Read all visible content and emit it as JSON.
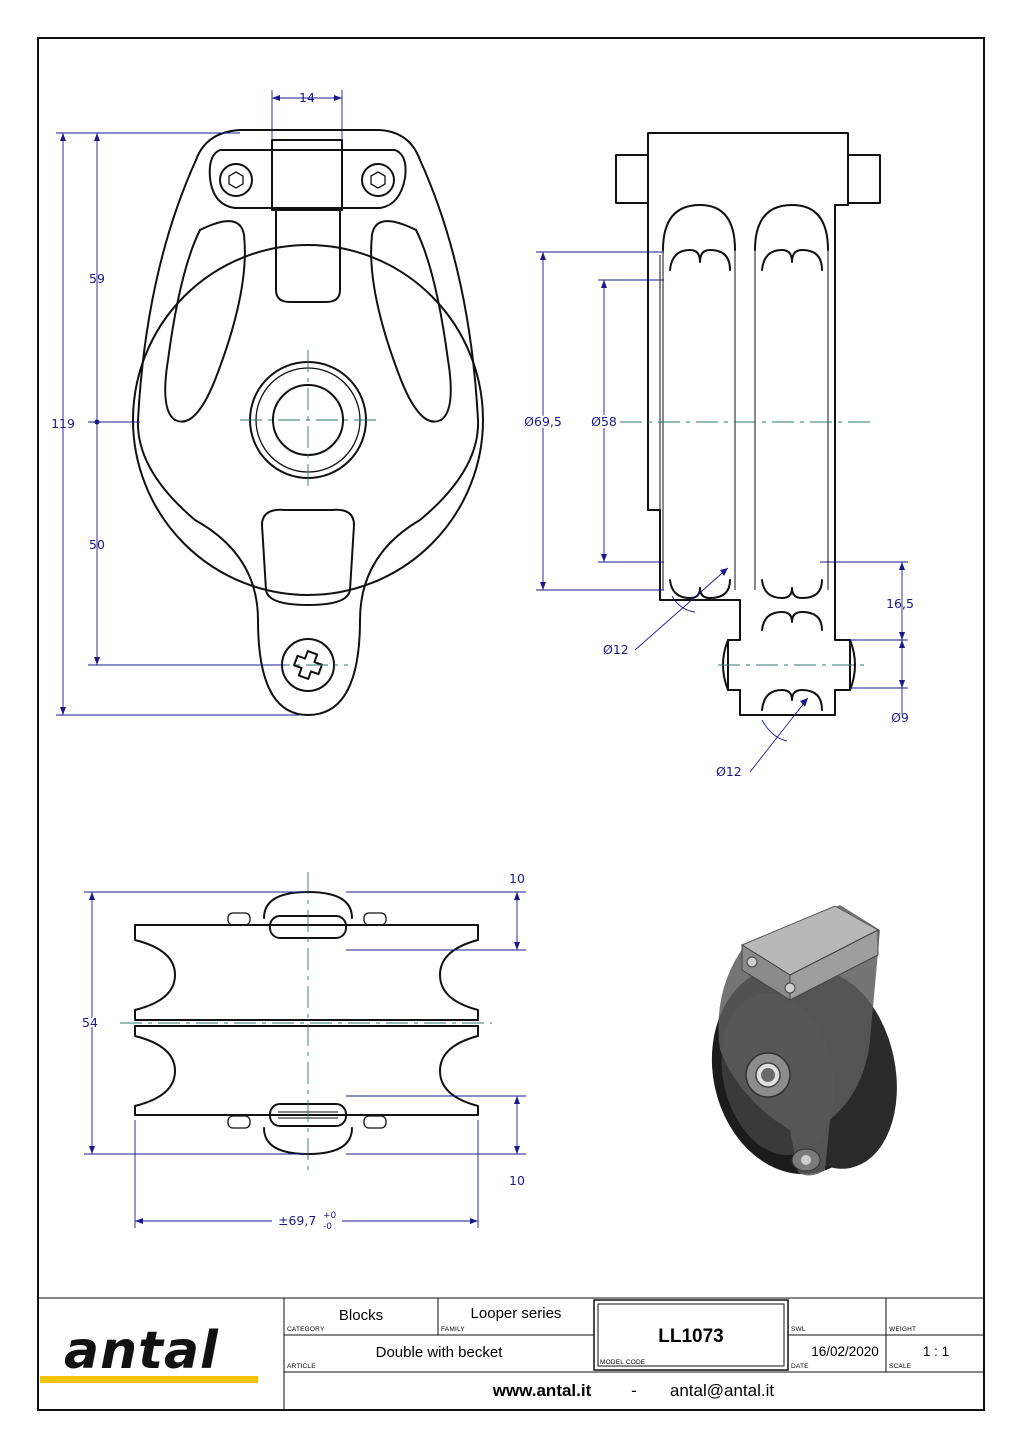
{
  "drawing": {
    "front_view": {
      "dims": {
        "top_width": "14",
        "upper_height": "59",
        "total_height": "119",
        "lower_height": "50"
      }
    },
    "side_view": {
      "dims": {
        "outer_diameter": "Ø69,5",
        "inner_diameter": "Ø58",
        "groove_upper": "Ø12",
        "groove_lower": "Ø12",
        "becket_offset": "16,5",
        "pin_diameter": "Ø9"
      }
    },
    "bottom_view": {
      "dims": {
        "top_offset": "10",
        "height": "54",
        "bottom_offset": "10",
        "width_prefix": "±69,7",
        "tol_plus": "+0",
        "tol_minus": "-0"
      }
    }
  },
  "title_block": {
    "logo": "antal",
    "category_value": "Blocks",
    "category_label": "CATEGORY",
    "family_value": "Looper series",
    "family_label": "FAMILY",
    "article_value": "Double with becket",
    "article_label": "ARTICLE",
    "model_code_value": "LL1073",
    "model_code_label": "MODEL CODE",
    "swl_label": "SWL",
    "weight_label": "WEIGHT",
    "date_value": "16/02/2020",
    "date_label": "DATE",
    "scale_value": "1 : 1",
    "scale_label": "SCALE",
    "website": "www.antal.it",
    "separator": "-",
    "email": "antal@antal.it"
  },
  "colors": {
    "dimension": "#1a1a8c",
    "centerline": "#2a7a6a",
    "logo_stripe": "#f2c300"
  }
}
